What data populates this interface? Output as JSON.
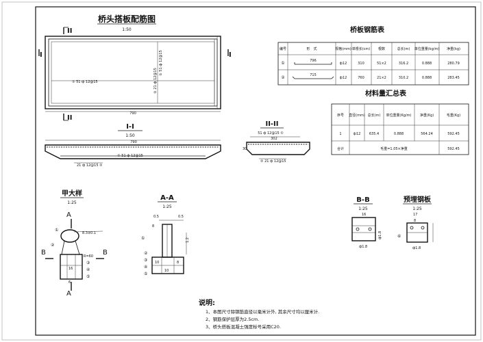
{
  "drawing": {
    "main_title": "桥头搭板配筋图",
    "main_scale": "1:50",
    "plan": {
      "cut_mark_top": "II",
      "cut_mark_side": "I",
      "rebar_2": "② 21 ф 12@15",
      "rebar_1": "① 51 ф 12@15",
      "dim_width": "790"
    },
    "section_1": {
      "title": "I-I",
      "scale": "1:50",
      "dim_top": "790",
      "rebar_1": "① 51 ф 12@15",
      "rebar_2": "21 ф 12@15 ②"
    },
    "section_2": {
      "title": "II-II",
      "dim_top": "302",
      "side_dim": "30",
      "rebar_1": "51 ф 12@15 ①",
      "rebar_2": "② 21 ф 12@15"
    },
    "detail_jia": {
      "title": "甲大样",
      "scale": "1:25",
      "cut_a": "A",
      "cut_b": "B",
      "dim": "8.3±0.1",
      "label_r": "R=60",
      "num_16": "16",
      "num_6": "6",
      "circle_1": "①",
      "circle_2": "②",
      "circle_3": "③",
      "circle_4": "④",
      "circle_5": "⑤"
    },
    "detail_aa": {
      "title": "A-A",
      "scale": "1:25",
      "d1": "0.5",
      "d2": "0.5",
      "d3": "1.2",
      "d4": "8",
      "d5": "8",
      "d6": "10",
      "d7": "10",
      "c1": "①",
      "c2": "②",
      "c3": "③",
      "c4": "④",
      "c5": "⑤"
    },
    "detail_bb": {
      "title": "B-B",
      "scale": "1:25",
      "d1": "16",
      "d2": "ф1.8",
      "d3": "ф1.8"
    },
    "detail_plate": {
      "title": "预埋钢板",
      "scale": "1:25",
      "d1": "17",
      "d2": "8",
      "d3": "ф1.8",
      "c6": "⑥"
    },
    "notes": {
      "heading": "说明:",
      "lines": [
        "1、本图尺寸除钢筋直径以毫米计外, 其余尺寸均以厘米计.",
        "2、钢筋保护层厚为2.5cm.",
        "3、桥头搭板混凝土强度标号采用C20."
      ]
    }
  },
  "rebar_table": {
    "title": "桥板钢筋表",
    "headers": [
      "编号",
      "形　式",
      "规格(mm)",
      "单根长(cm)",
      "根数",
      "总长(m)",
      "单位重量(kg/m)",
      "净重(kg)"
    ],
    "rows": [
      {
        "id": "①",
        "shape_dim": "796",
        "spec": "ф12",
        "unit_len": "310",
        "count": "51×2",
        "total": "316.2",
        "unit_wt": "0.888",
        "net": "280.79"
      },
      {
        "id": "②",
        "shape_dim": "715",
        "spec": "ф12",
        "unit_len": "760",
        "count": "21×2",
        "total": "310.2",
        "unit_wt": "0.888",
        "net": "283.45"
      }
    ]
  },
  "summary_table": {
    "title": "材料量汇总表",
    "headers": [
      "序号",
      "直径(mm)",
      "总长(m)",
      "单位重量(Kg/m)",
      "净重(Kg)",
      "毛重(Kg)"
    ],
    "row": {
      "no": "1",
      "dia": "ф12",
      "total": "635.4",
      "unit_wt": "0.888",
      "net": "564.24",
      "gross": "592.45"
    },
    "total_label": "合计",
    "total_formula": "毛重=1.05×净重",
    "total_value": "592.45"
  }
}
